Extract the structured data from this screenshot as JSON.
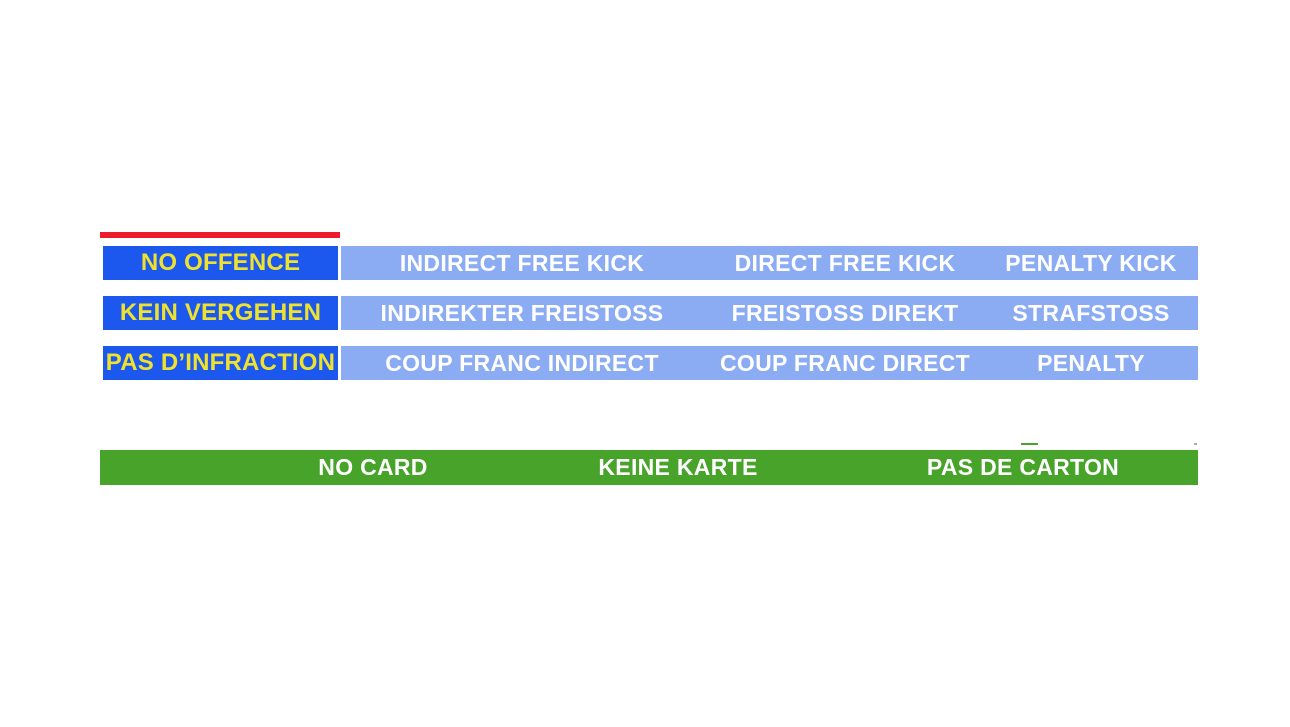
{
  "colors": {
    "red": "#ec1c2d",
    "blue": "#1c57ee",
    "light_blue": "#8babf2",
    "yellow": "#efe22f",
    "green": "#47a32a",
    "white": "#ffffff"
  },
  "rows": [
    {
      "label": "NO OFFENCE",
      "cells": [
        "INDIRECT FREE KICK",
        "DIRECT FREE KICK",
        "PENALTY KICK"
      ]
    },
    {
      "label": "KEIN VERGEHEN",
      "cells": [
        "INDIREKTER FREISTOSS",
        "FREISTOSS DIREKT",
        "STRAFSTOSS"
      ]
    },
    {
      "label": "PAS D’INFRACTION",
      "cells": [
        "COUP FRANC INDIRECT",
        "COUP FRANC DIRECT",
        "PENALTY"
      ]
    }
  ],
  "footer": {
    "cells": [
      "NO CARD",
      "KEINE KARTE",
      "PAS DE CARTON"
    ]
  }
}
